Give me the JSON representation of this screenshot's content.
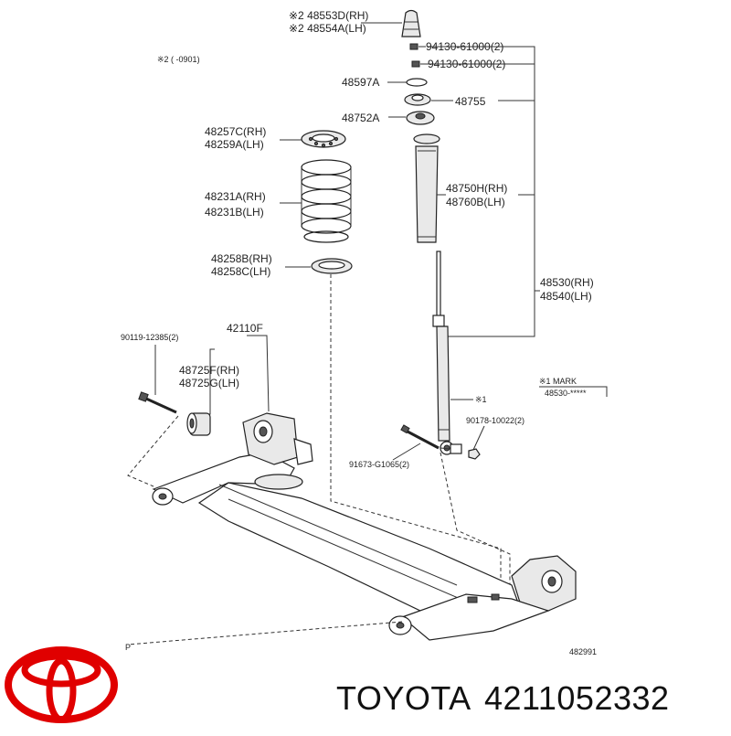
{
  "diagram": {
    "note_top": "※2 (      -0901)",
    "labels": {
      "bump_stop": [
        "※2  48553D(RH)",
        "※2  48554A(LH)"
      ],
      "nut_1": "94130-61000(2)",
      "nut_2": "94130-61000(2)",
      "cushion": "48597A",
      "support": "48755",
      "retainer": "48752A",
      "upper_seat": [
        "48257C(RH)",
        "48259A(LH)"
      ],
      "dust_boot": [
        "48750H(RH)",
        "48760B(LH)"
      ],
      "coil_spring": [
        "48231A(RH)",
        "48231B(LH)"
      ],
      "lower_seat": [
        "48258B(RH)",
        "48258C(LH)"
      ],
      "shock_absorber": [
        "48530(RH)",
        "48540(LH)"
      ],
      "bolt_left": "90119-12385(2)",
      "beam": "42110F",
      "bushing": [
        "48725F(RH)",
        "48725G(LH)"
      ],
      "mark_title": "※1 MARK",
      "mark_value": "48530-*****",
      "mark_ref": "※1",
      "nut_lower": "90178-10022(2)",
      "bolt_lower": "91673-G1065(2)",
      "corner_p": "P",
      "drawing_no": "482991"
    }
  },
  "footer": {
    "brand": "TOYOTA",
    "part_number": "4211052332",
    "brand_color": "#e00000"
  }
}
